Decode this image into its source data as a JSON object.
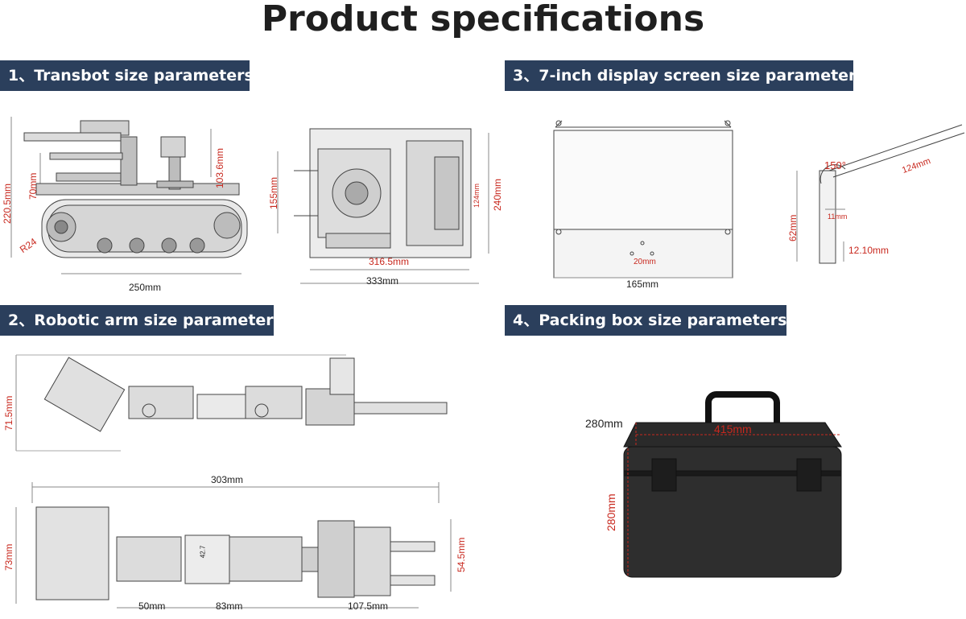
{
  "page": {
    "title": "Product specifications",
    "header_color": "#2b3f5c",
    "dimension_color": "#c8281e"
  },
  "sections": [
    {
      "id": "transbot",
      "label": "1、Transbot size parameters"
    },
    {
      "id": "display",
      "label": "3、7-inch display screen size parameters"
    },
    {
      "id": "arm",
      "label": "2、Robotic arm size parameters"
    },
    {
      "id": "box",
      "label": "4、Packing box size parameters"
    }
  ],
  "transbot": {
    "side_view": {
      "height_total": "220.5mm",
      "arm_height": "70mm",
      "camera_height": "103.6mm",
      "wheel_radius": "R24",
      "length": "250mm"
    },
    "top_view": {
      "width": "155mm",
      "length_inner": "316.5mm",
      "length_total": "333mm",
      "depth": "240mm",
      "mount": "124mm"
    }
  },
  "display": {
    "front": {
      "width": "165mm",
      "hole_spacing": "20mm"
    },
    "side": {
      "angle": "150°",
      "screen_length": "124mm",
      "offset": "11mm",
      "height": "62mm",
      "base": "12.10mm"
    }
  },
  "arm": {
    "side": {
      "height": "71.5mm"
    },
    "top": {
      "total_length": "303mm",
      "width": "73mm",
      "gripper_width": "54.5mm",
      "seg1": "50mm",
      "seg2": "83mm",
      "seg3": "107.5mm",
      "servo_mark": "42.7"
    }
  },
  "box": {
    "depth": "280mm",
    "length": "415mm",
    "height": "280mm"
  }
}
